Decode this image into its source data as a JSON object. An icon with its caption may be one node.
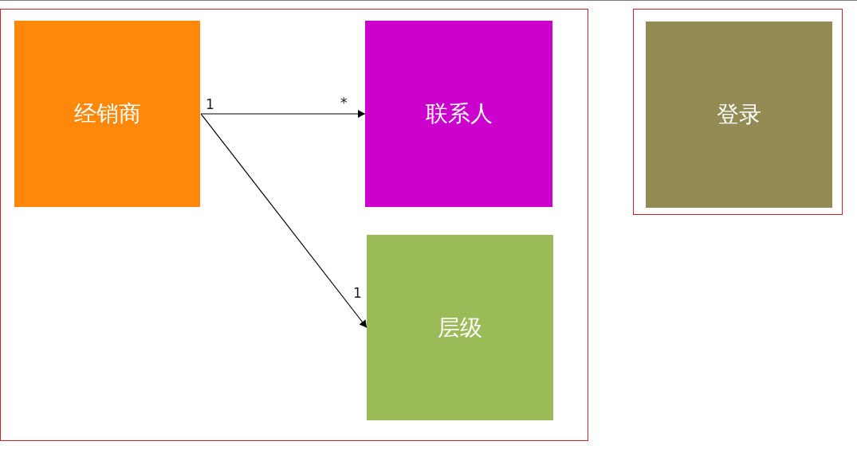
{
  "diagram": {
    "nodes": [
      {
        "text": [],
        "shape": "box"
      },
      {
        "text": [
          "经销商"
        ],
        "in": 0
      },
      {
        "text": [
          "联系人"
        ],
        "in": 0
      },
      {
        "text": [
          "层级"
        ],
        "in": 0
      },
      {
        "text": [],
        "shape": "box"
      },
      {
        "text": [
          "登录"
        ],
        "in": 4
      }
    ],
    "edges": [
      {
        "from": 1,
        "to": 2,
        "arrow": "to"
      },
      {
        "from": 1,
        "to": 3,
        "arrow": "to"
      }
    ],
    "labels": [
      "1",
      "*",
      "1"
    ]
  }
}
